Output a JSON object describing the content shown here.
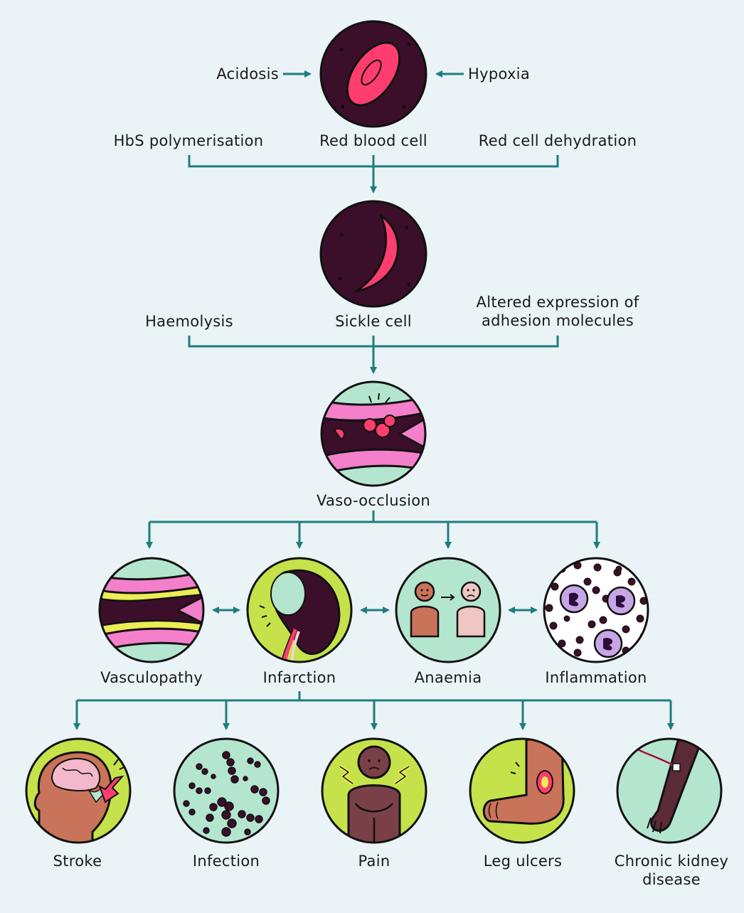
{
  "top": {
    "acidosis": "Acidosis",
    "hypoxia": "Hypoxia",
    "red_blood_cell": "Red blood cell",
    "hbs_polymerisation": "HbS polymerisation",
    "red_cell_dehydration": "Red cell dehydration"
  },
  "middle": {
    "sickle_cell": "Sickle cell",
    "haemolysis": "Haemolysis",
    "adhesion_line1": "Altered expression of",
    "adhesion_line2": "adhesion molecules",
    "vaso_occlusion": "Vaso-occlusion"
  },
  "effects": {
    "vasculopathy": "Vasculopathy",
    "infarction": "Infarction",
    "anaemia": "Anaemia",
    "inflammation": "Inflammation"
  },
  "outcomes": {
    "stroke": "Stroke",
    "infection": "Infection",
    "pain": "Pain",
    "leg_ulcers": "Leg ulcers",
    "ckd_line1": "Chronic kidney",
    "ckd_line2": "disease"
  },
  "colors": {
    "background": "#eaf3f6",
    "connector": "#1e7d80",
    "dark_purple": "#3b0f2a",
    "mint": "#b4e6cf",
    "lime": "#c6e24a",
    "pink": "#ff3d6e",
    "vessel_pink": "#f47fcb"
  }
}
